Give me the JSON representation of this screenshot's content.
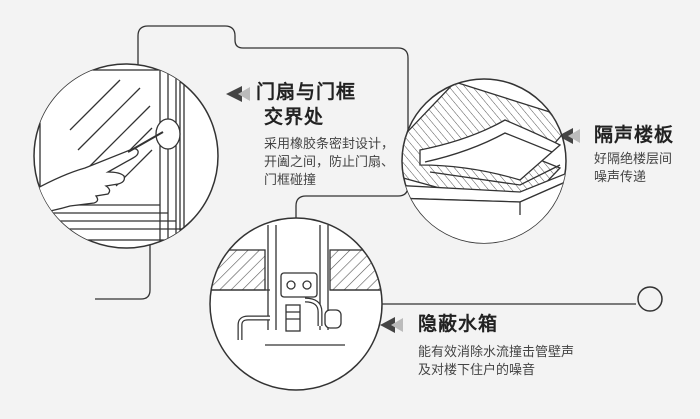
{
  "colors": {
    "background": "#f3f3f3",
    "line": "#333333",
    "title": "#222222",
    "body": "#444444",
    "hatch": "#555555"
  },
  "panels": {
    "door": {
      "title_line1": "门扇与门框",
      "title_line2": "交界处",
      "desc_line1": "采用橡胶条密封设计，",
      "desc_line2": "开阖之间，防止门扇、",
      "desc_line3": "门框碰撞",
      "icon": "door-hand-icon"
    },
    "floor": {
      "title": "隔声楼板",
      "desc_line1": "好隔绝楼层间",
      "desc_line2": "噪声传递",
      "icon": "floor-layers-icon"
    },
    "tank": {
      "title": "隐蔽水箱",
      "desc_line1": "能有效消除水流撞击管壁声",
      "desc_line2": "及对楼下住户的噪音",
      "icon": "concealed-tank-icon"
    }
  }
}
